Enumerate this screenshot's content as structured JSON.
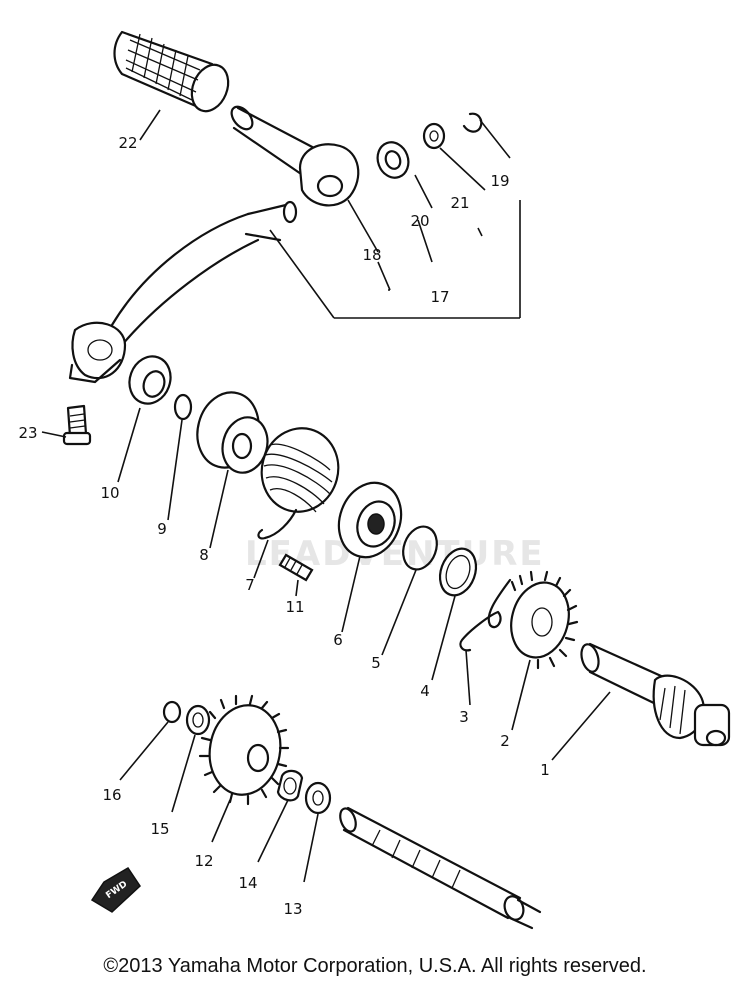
{
  "diagram": {
    "callouts": [
      "1",
      "2",
      "3",
      "4",
      "5",
      "6",
      "7",
      "8",
      "9",
      "10",
      "11",
      "12",
      "13",
      "14",
      "15",
      "16",
      "17",
      "18",
      "19",
      "20",
      "21",
      "22",
      "23"
    ],
    "fwd_marker": "FWD",
    "watermark": "LEADVENTURE"
  },
  "footer": {
    "copyright": "©2013 Yamaha Motor Corporation, U.S.A. All rights reserved."
  }
}
